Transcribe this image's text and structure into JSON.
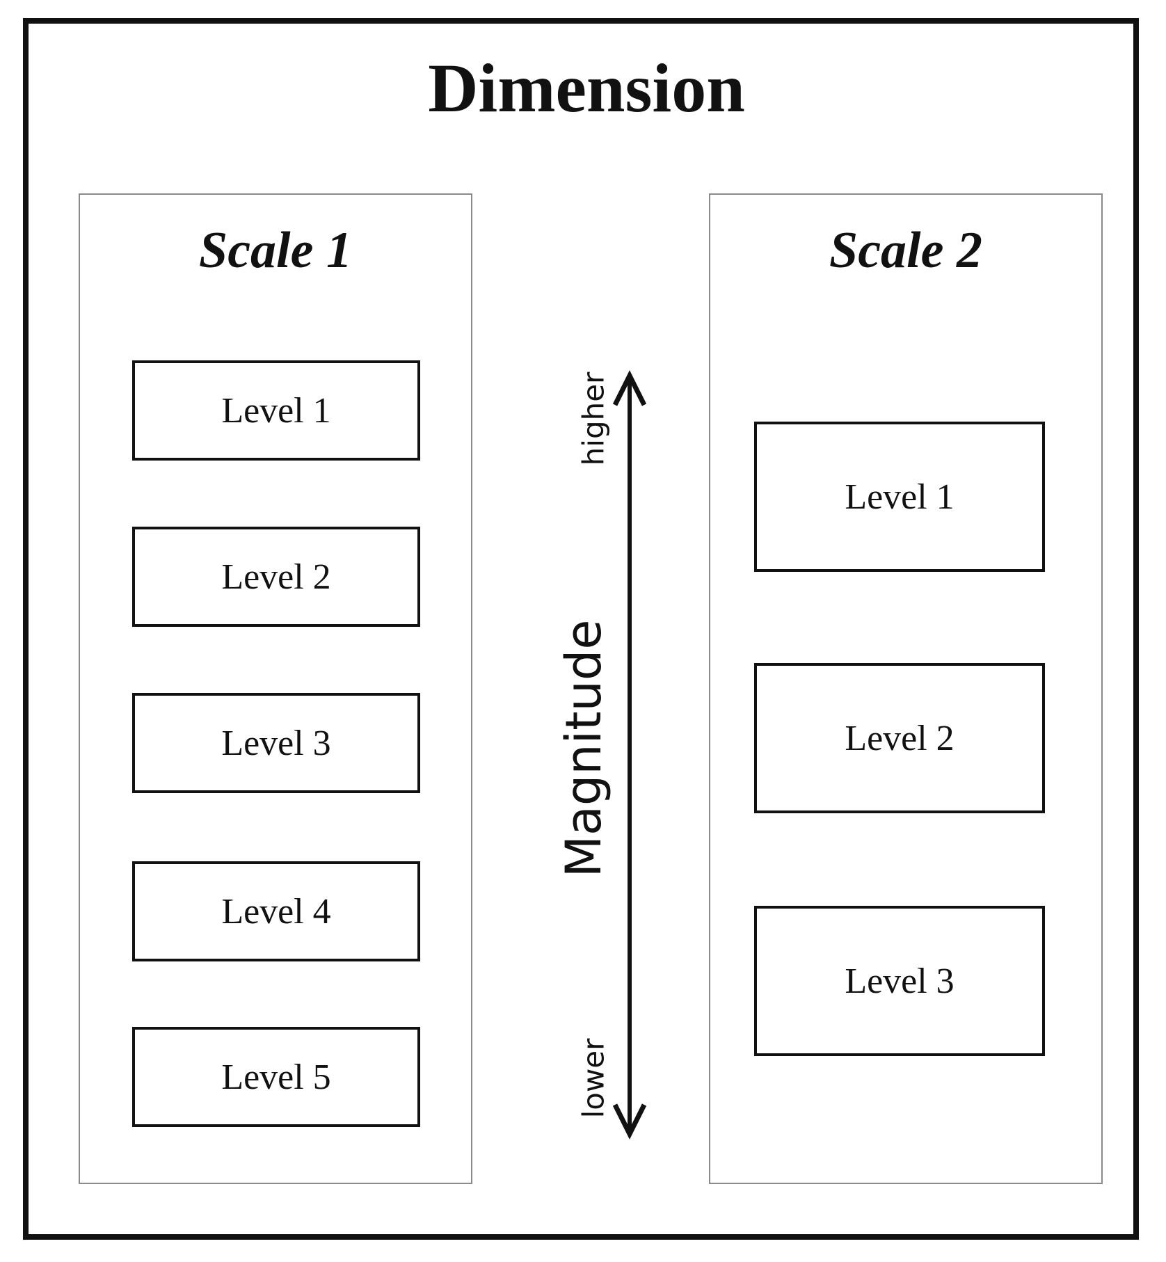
{
  "diagram": {
    "title": "Dimension",
    "scale1": {
      "title": "Scale 1",
      "levels": [
        "Level 1",
        "Level 2",
        "Level 3",
        "Level 4",
        "Level 5"
      ]
    },
    "scale2": {
      "title": "Scale 2",
      "levels": [
        "Level 1",
        "Level 2",
        "Level 3"
      ]
    },
    "axis": {
      "label": "Magnitude",
      "high_label": "higher",
      "low_label": "lower"
    }
  }
}
